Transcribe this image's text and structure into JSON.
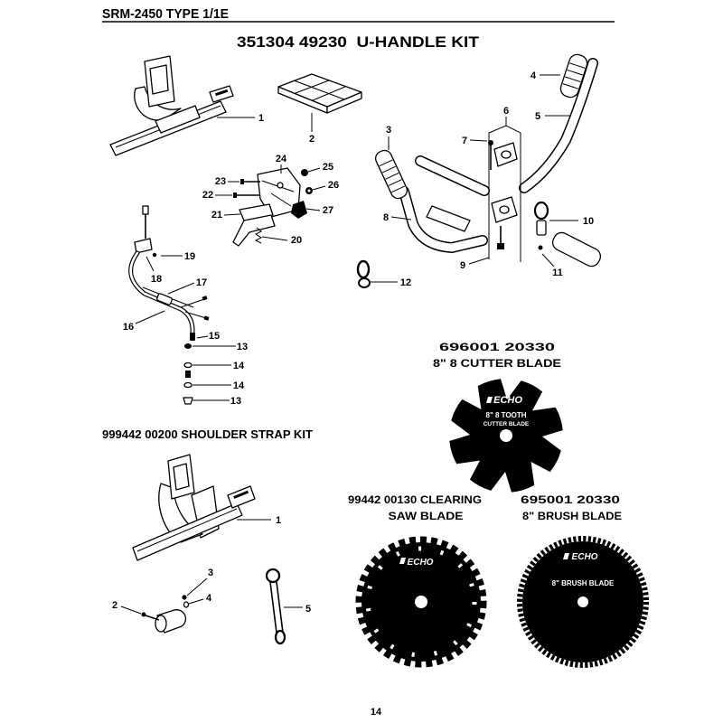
{
  "header": {
    "model_type": "SRM-2450 TYPE 1/1E"
  },
  "u_handle_kit": {
    "title": "351304 49230  U-HANDLE KIT",
    "callouts": [
      "1",
      "2",
      "3",
      "4",
      "5",
      "6",
      "7",
      "8",
      "9",
      "10",
      "11",
      "12",
      "13",
      "14",
      "14",
      "13",
      "15",
      "16",
      "17",
      "18",
      "19",
      "20",
      "21",
      "22",
      "23",
      "24",
      "25",
      "26",
      "27"
    ]
  },
  "cutter_blade": {
    "part_number": "696001 20330",
    "name": "8\" 8 CUTTER BLADE",
    "brand": "ECHO",
    "face_line_1": "8\" 8 TOOTH",
    "face_line_2": "CUTTER BLADE"
  },
  "shoulder_strap_kit": {
    "title": "999442 00200 SHOULDER STRAP KIT",
    "callouts": [
      "1",
      "2",
      "3",
      "4",
      "5"
    ]
  },
  "clearing_saw_blade": {
    "title_line_1": "99442 00130 CLEARING",
    "title_line_2": "SAW BLADE",
    "brand": "ECHO"
  },
  "brush_blade": {
    "part_number": "695001 20330",
    "name": "8\" BRUSH BLADE",
    "brand": "ECHO",
    "face_label": "8\" BRUSH BLADE"
  },
  "page_number": "14"
}
